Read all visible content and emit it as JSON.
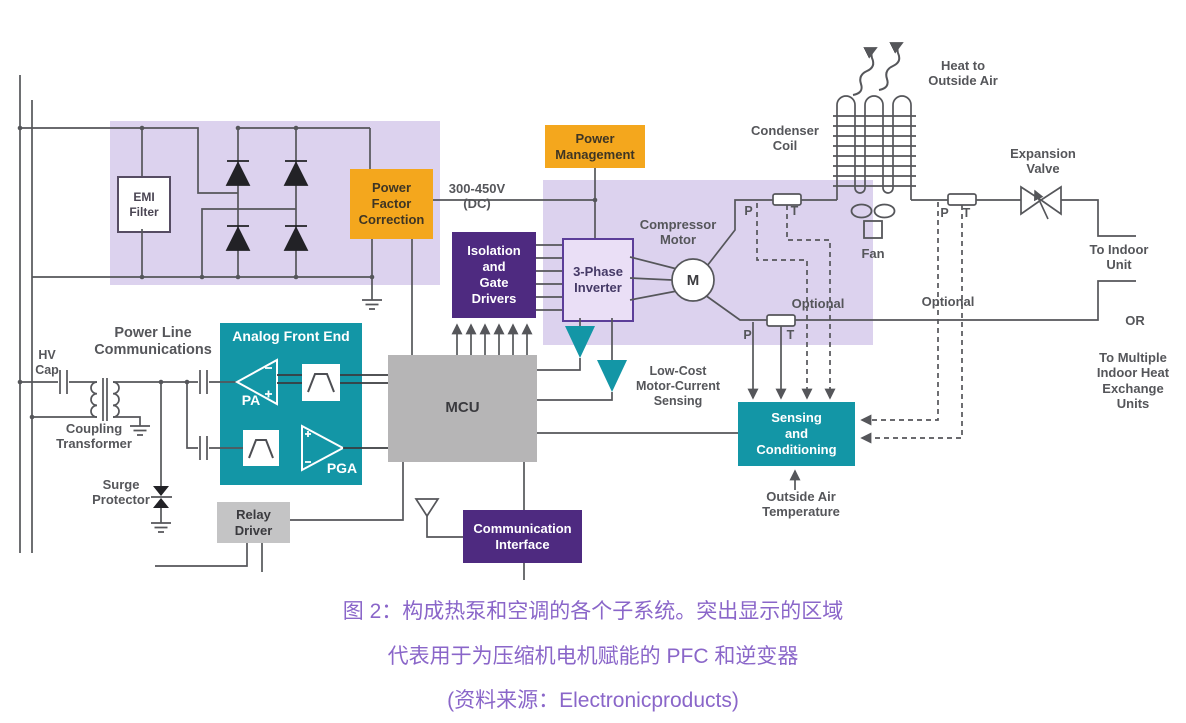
{
  "colors": {
    "highlight_lavender": "#DCD2EE",
    "accent_orange": "#F4A71D",
    "accent_teal": "#1396A6",
    "accent_purple": "#4E2A80",
    "inverter_fill": "#EADFF6",
    "inverter_border": "#5C3E99",
    "box_gray": "#B6B5B6",
    "wire_gray": "#55565A",
    "caption_purple": "#8A66C9"
  },
  "blocks": {
    "emi_filter": [
      "EMI",
      "Filter"
    ],
    "power_factor_correction": [
      "Power",
      "Factor",
      "Correction"
    ],
    "power_management": [
      "Power",
      "Management"
    ],
    "isolation_gate_drivers": [
      "Isolation",
      "and",
      "Gate",
      "Drivers"
    ],
    "three_phase_inverter": [
      "3-Phase",
      "Inverter"
    ],
    "analog_front_end": "Analog Front End",
    "pa": "PA",
    "pga": "PGA",
    "mcu": "MCU",
    "relay_driver": [
      "Relay",
      "Driver"
    ],
    "communication_interface": [
      "Communication",
      "Interface"
    ],
    "sensing_conditioning": [
      "Sensing",
      "and",
      "Conditioning"
    ]
  },
  "labels": {
    "dc_bus": [
      "300-450V",
      "(DC)"
    ],
    "power_line_communications": [
      "Power Line",
      "Communications"
    ],
    "hv_cap": [
      "HV",
      "Cap"
    ],
    "coupling_transformer": [
      "Coupling",
      "Transformer"
    ],
    "surge_protector": [
      "Surge",
      "Protector"
    ],
    "compressor_motor": [
      "Compressor",
      "Motor"
    ],
    "motor": "M",
    "heat_to_outside_air": [
      "Heat to",
      "Outside Air"
    ],
    "condenser_coil": [
      "Condenser",
      "Coil"
    ],
    "fan": "Fan",
    "expansion_valve": [
      "Expansion",
      "Valve"
    ],
    "to_indoor_unit": [
      "To Indoor",
      "Unit"
    ],
    "or": "OR",
    "to_multiple_units": [
      "To Multiple",
      "Indoor Heat",
      "Exchange",
      "Units"
    ],
    "optional": "Optional",
    "p": "P",
    "t": "T",
    "low_cost_sensing": [
      "Low-Cost",
      "Motor-Current",
      "Sensing"
    ],
    "outside_air_temperature": [
      "Outside Air",
      "Temperature"
    ]
  },
  "caption": {
    "line1": "图 2：构成热泵和空调的各个子系统。突出显示的区域",
    "line2": "代表用于为压缩机电机赋能的 PFC 和逆变器",
    "line3": "(资料来源：Electronicproducts)"
  }
}
